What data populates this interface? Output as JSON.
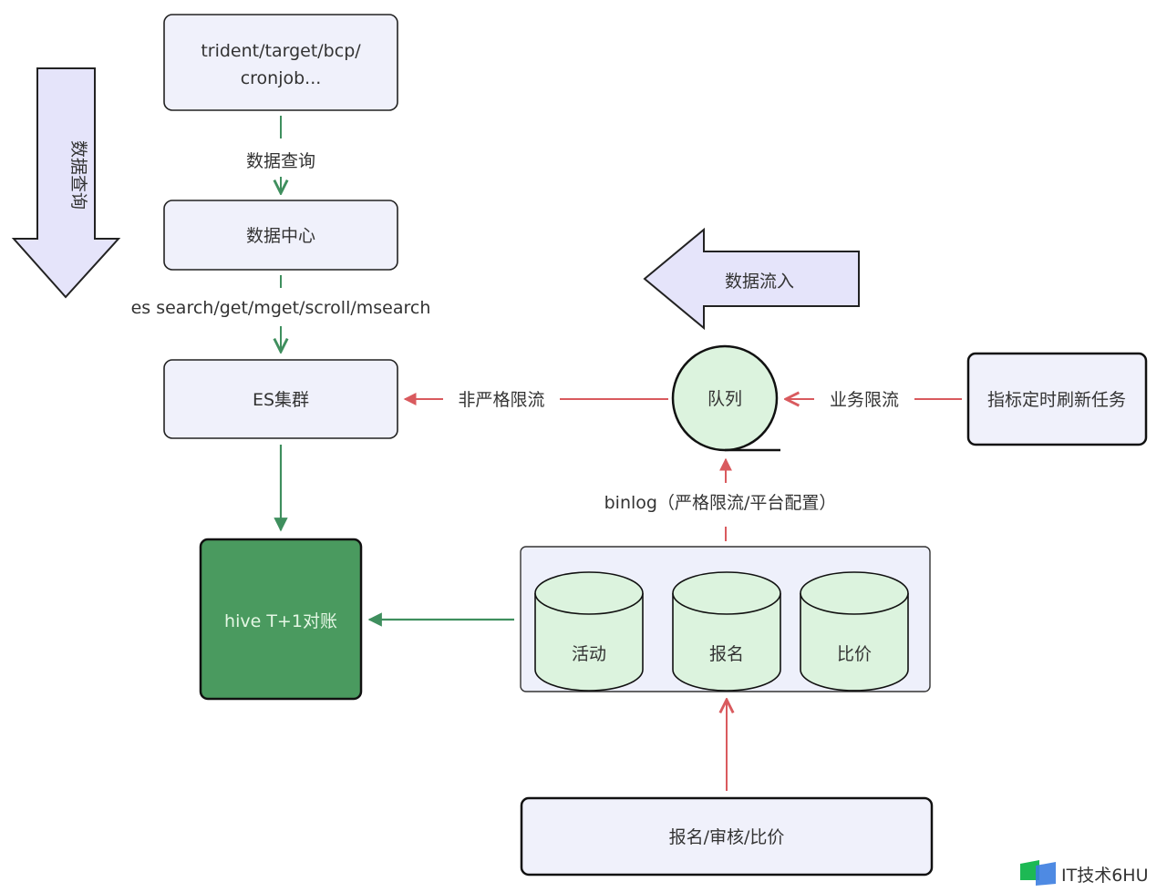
{
  "colors": {
    "node_fill": "#f0f1fb",
    "node_stroke": "#222222",
    "big_arrow_fill": "#e5e4fa",
    "green_edge": "#3f8f5e",
    "red_edge": "#d95a5e",
    "db_fill": "#dcf3de",
    "hive_fill": "#4a9a5f",
    "hive_text": "#e4f7e4"
  },
  "nodes": {
    "top_source": {
      "line1": "trident/target/bcp/",
      "line2": "cronjob..."
    },
    "data_center": {
      "label": "数据中心"
    },
    "es_cluster": {
      "label": "ES集群"
    },
    "hive": {
      "label": "hive T+1对账"
    },
    "queue": {
      "label": "队列"
    },
    "refresh_task": {
      "label": "指标定时刷新任务"
    },
    "business": {
      "label": "报名/审核/比价"
    },
    "databases": [
      {
        "label": "活动"
      },
      {
        "label": "报名"
      },
      {
        "label": "比价"
      }
    ]
  },
  "big_arrows": {
    "query": {
      "label": "数据查询",
      "direction": "down"
    },
    "inflow": {
      "label": "数据流入",
      "direction": "left"
    }
  },
  "edges": {
    "query_edge": {
      "label": "数据查询"
    },
    "es_api_edge": {
      "label": "es search/get/mget/scroll/msearch"
    },
    "non_strict_edge": {
      "label": "非严格限流"
    },
    "business_limit_edge": {
      "label": "业务限流"
    },
    "binlog_edge": {
      "label": "binlog（严格限流/平台配置）"
    }
  },
  "watermark": {
    "text": "IT技术6HU"
  }
}
